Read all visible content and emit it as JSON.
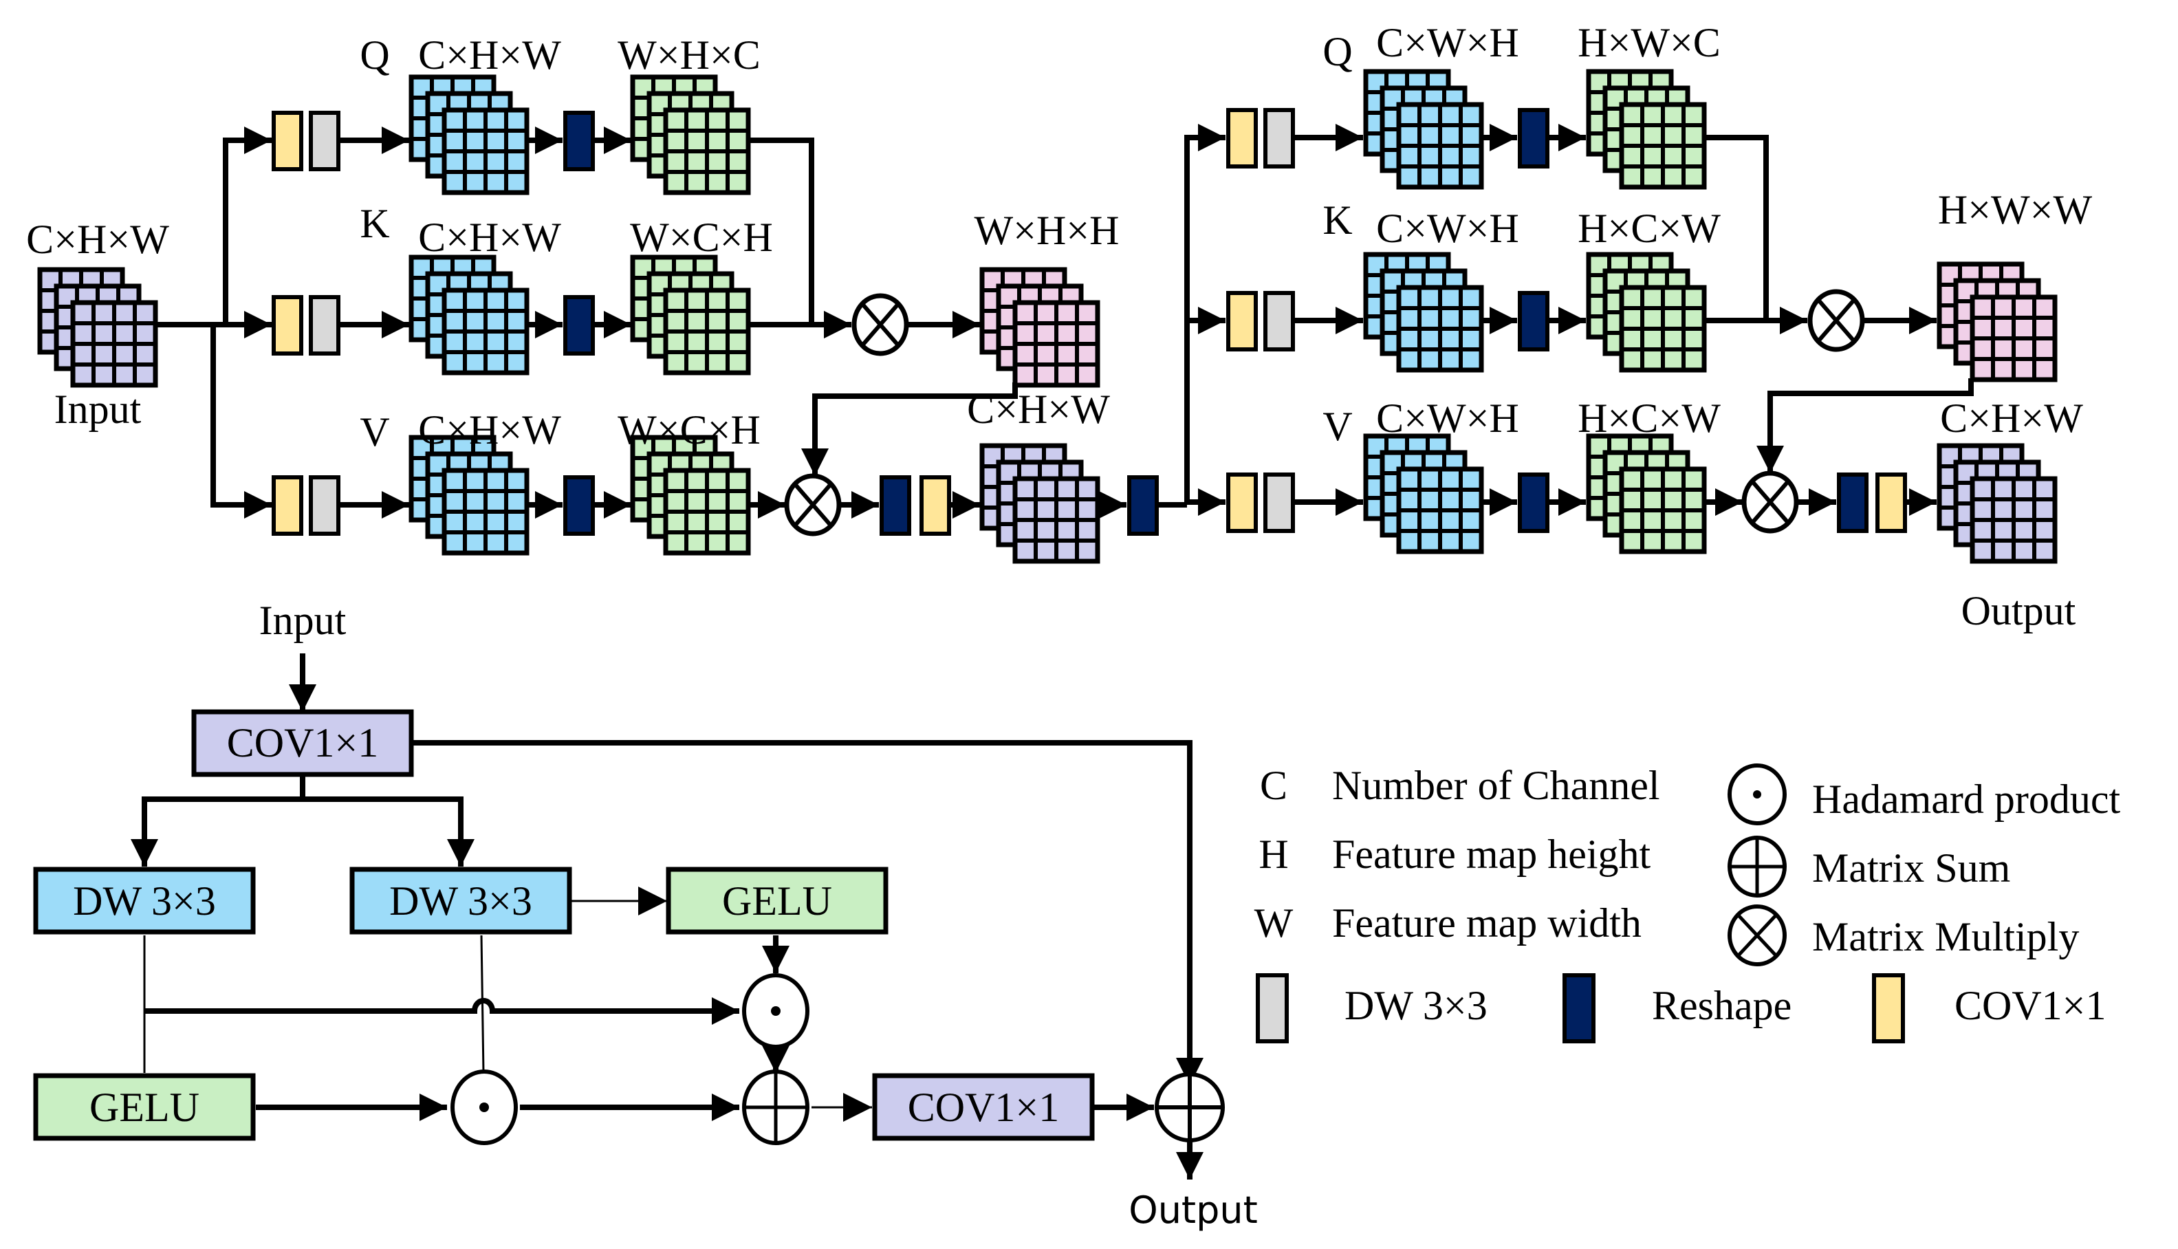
{
  "colors": {
    "conv": "#FFE699",
    "dw": "#D9D9D9",
    "reshape": "#002060",
    "blue_tensor": "#9DDCF9",
    "green_tensor": "#C9EFC3",
    "pink_tensor": "#F0D0E8",
    "purple_tensor": "#CCCCEE",
    "block_blue": "#9DDCF9",
    "block_green": "#C9EFC3",
    "block_purple": "#CCCCEE"
  },
  "top": {
    "input_dims": "C×H×W",
    "input_label": "Input",
    "stage1": {
      "q": {
        "letter": "Q",
        "dims1": "C×H×W",
        "dims2": "W×H×C"
      },
      "k": {
        "letter": "K",
        "dims1": "C×H×W",
        "dims2": "W×C×H"
      },
      "v": {
        "letter": "V",
        "dims1": "C×H×W",
        "dims2": "W×C×H"
      },
      "attn_dims": "W×H×H",
      "out_dims": "C×H×W"
    },
    "stage2": {
      "q": {
        "letter": "Q",
        "dims1": "C×W×H",
        "dims2": "H×W×C"
      },
      "k": {
        "letter": "K",
        "dims1": "C×W×H",
        "dims2": "H×C×W"
      },
      "v": {
        "letter": "V",
        "dims1": "C×W×H",
        "dims2": "H×C×W"
      },
      "attn_dims": "H×W×W",
      "out_dims": "C×H×W"
    },
    "output_label": "Output"
  },
  "bottom": {
    "input_label": "Input",
    "conv_top": "COV1×1",
    "dw_left": "DW 3×3",
    "dw_right": "DW 3×3",
    "gelu_top": "GELU",
    "gelu_left": "GELU",
    "conv_bottom": "COV1×1",
    "output_label": "Output"
  },
  "legend": {
    "symbols": [
      {
        "key": "C",
        "desc": "Number of Channel"
      },
      {
        "key": "H",
        "desc": "Feature map height"
      },
      {
        "key": "W",
        "desc": "Feature map width"
      }
    ],
    "operators": [
      {
        "icon": "hadamard-icon",
        "desc": "Hadamard product"
      },
      {
        "icon": "matrix-sum-icon",
        "desc": "Matrix Sum"
      },
      {
        "icon": "matrix-multiply-icon",
        "desc": "Matrix Multiply"
      }
    ],
    "blocks": [
      {
        "icon": "dw-block-icon",
        "desc": "DW 3×3"
      },
      {
        "icon": "reshape-block-icon",
        "desc": "Reshape"
      },
      {
        "icon": "conv-block-icon",
        "desc": "COV1×1"
      }
    ]
  }
}
